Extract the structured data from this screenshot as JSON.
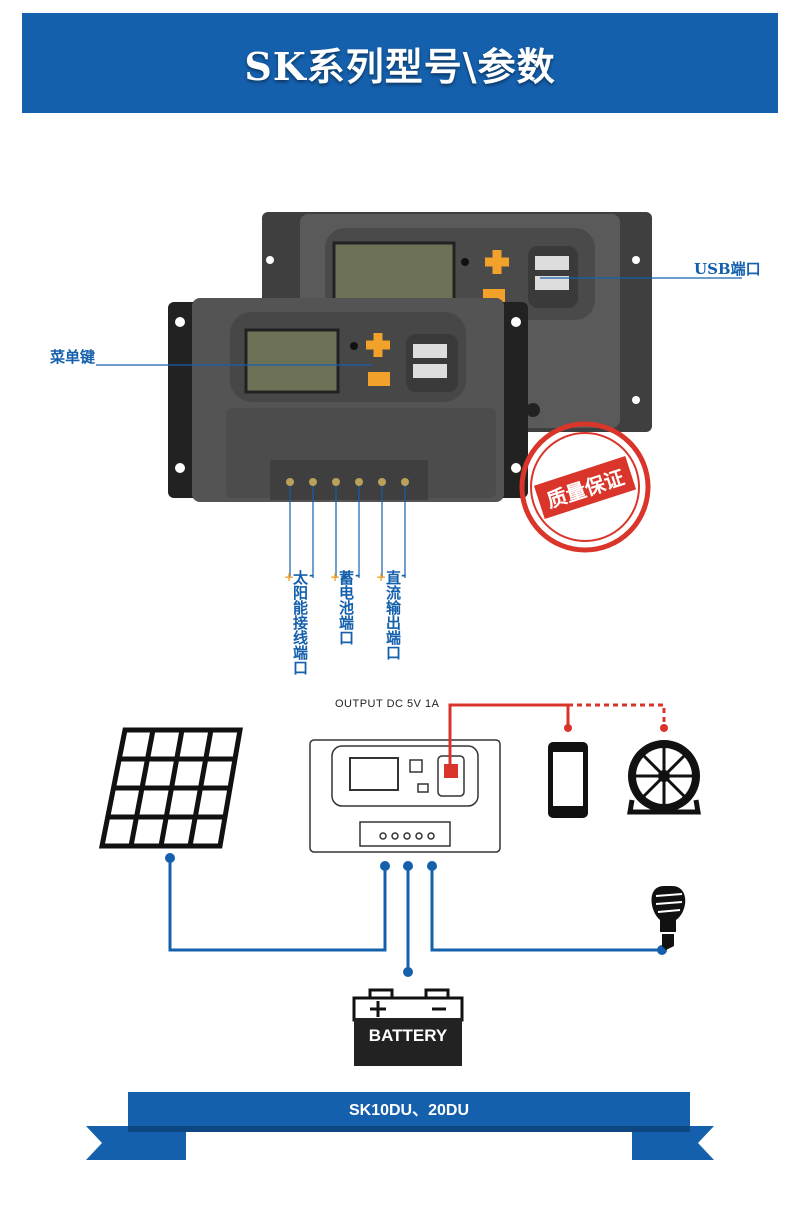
{
  "header": {
    "title": "SK系列型号\\参数"
  },
  "callouts": {
    "usb_port": "USB端口",
    "menu_key": "菜单键"
  },
  "terminals": {
    "solar": {
      "plus": "+",
      "minus": "-",
      "label": "太阳能接线端口"
    },
    "battery": {
      "plus": "+",
      "minus": "-",
      "label": "蓄电池端口"
    },
    "dc_out": {
      "plus": "+",
      "minus": "-",
      "label": "直流输出端口"
    }
  },
  "stamp": {
    "text": "质量保证"
  },
  "diagram": {
    "output_label": "OUTPUT DC 5V 1A",
    "battery_label": "BATTERY",
    "battery_plus": "+",
    "battery_minus": "-"
  },
  "footer": {
    "model": "SK10DU、20DU"
  },
  "colors": {
    "brand_blue": "#1560ad",
    "accent_orange": "#f2a22a",
    "stamp_red": "#d9352b",
    "wire_red": "#d9342b"
  },
  "icons": [
    "solar-panel-icon",
    "controller-icon",
    "phone-icon",
    "fan-icon",
    "bulb-icon",
    "battery-icon"
  ]
}
